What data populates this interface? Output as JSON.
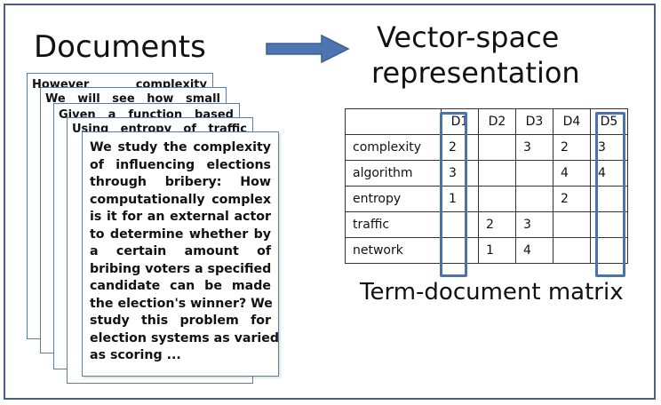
{
  "left": {
    "title": "Documents",
    "back_pages": [
      [
        "However complexity"
      ],
      [
        "We will see how small"
      ],
      [
        "Given a function based"
      ],
      [
        "Using entropy of traffic"
      ]
    ],
    "front_page_lines": [
      "We study the complexity",
      "of influencing elections",
      "through bribery: How",
      "computationally complex",
      "is it for an external actor",
      "to determine whether by",
      "a certain amount of",
      "bribing voters a specified",
      "candidate can be made",
      "the election's winner? We",
      "study this problem for",
      "election systems as varied",
      "as scoring ..."
    ]
  },
  "right": {
    "title_line1": "Vector-space",
    "title_line2": "representation",
    "caption": "Term-document matrix",
    "matrix": {
      "columns": [
        "D1",
        "D2",
        "D3",
        "D4",
        "D5"
      ],
      "rows": [
        {
          "term": "complexity",
          "values": [
            "2",
            "",
            "3",
            "2",
            "3"
          ]
        },
        {
          "term": "algorithm",
          "values": [
            "3",
            "",
            "",
            "4",
            "4"
          ]
        },
        {
          "term": "entropy",
          "values": [
            "1",
            "",
            "",
            "2",
            ""
          ]
        },
        {
          "term": "traffic",
          "values": [
            "",
            "2",
            "3",
            "",
            ""
          ]
        },
        {
          "term": "network",
          "values": [
            "",
            "1",
            "4",
            "",
            ""
          ]
        }
      ],
      "highlighted_columns": [
        "D1",
        "D5"
      ]
    }
  },
  "colors": {
    "arrow": "#4f74b2",
    "highlight": "#4a73ae",
    "page_border": "#5b7cb1",
    "frame": "#4a5f7e"
  }
}
